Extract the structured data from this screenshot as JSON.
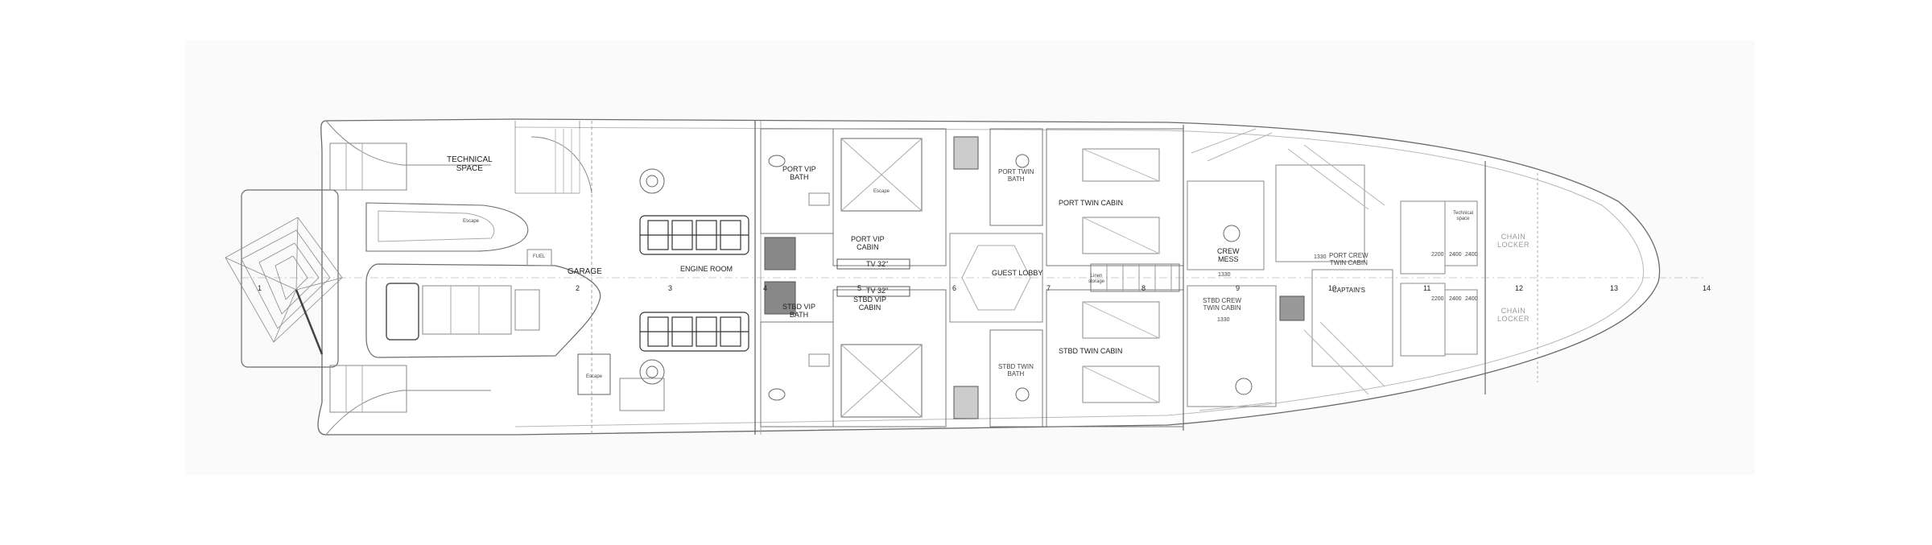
{
  "rooms": {
    "technical_space": "TECHNICAL\nSPACE",
    "garage": "GARAGE",
    "engine_room": "ENGINE ROOM",
    "fuel": "FUEL",
    "escape_garage": "Escape",
    "escape_tender": "Escape",
    "escape_aft": "Escape",
    "port_vip_bath": "PORT VIP\nBATH",
    "stbd_vip_bath": "STBD VIP\nBATH",
    "port_vip_cabin": "PORT VIP\nCABIN",
    "stbd_vip_cabin": "STBD VIP\nCABIN",
    "tv_port": "TV 32\"",
    "tv_stbd": "TV 32\"",
    "guest_lobby": "GUEST LOBBY",
    "port_twin_bath": "PORT TWIN\nBATH",
    "stbd_twin_bath": "STBD TWIN\nBATH",
    "port_twin_cabin": "PORT TWIN CABIN",
    "stbd_twin_cabin": "STBD TWIN CABIN",
    "linen": "Linen\nstorage",
    "crew_mess": "CREW\nMESS",
    "stbd_crew_twin": "STBD CREW\nTWIN CABIN",
    "port_crew_twin": "PORT CREW\nTWIN CABIN",
    "captains": "CAPTAIN'S",
    "chain_locker_port": "CHAIN\nLOCKER",
    "chain_locker_stbd": "CHAIN\nLOCKER",
    "technical_aux": "Technical\nspace"
  },
  "frames": [
    "1",
    "2",
    "3",
    "4",
    "5",
    "6",
    "7",
    "8",
    "9",
    "10",
    "11",
    "12",
    "13",
    "14"
  ],
  "dimensions": {
    "crew_mess": "1330",
    "stbd_crew": "1330",
    "port_crew": "1330",
    "d2200_a": "2200",
    "d2400_a": "2400",
    "d2400_b": "2400",
    "d2200_b": "2200",
    "d2400_c": "2400",
    "d2400_d": "2400"
  },
  "colors": {
    "line": "#6b6b6b",
    "light_line": "#b8b8b8",
    "hull_fill": "#ffffff",
    "background": "#fafafa"
  }
}
